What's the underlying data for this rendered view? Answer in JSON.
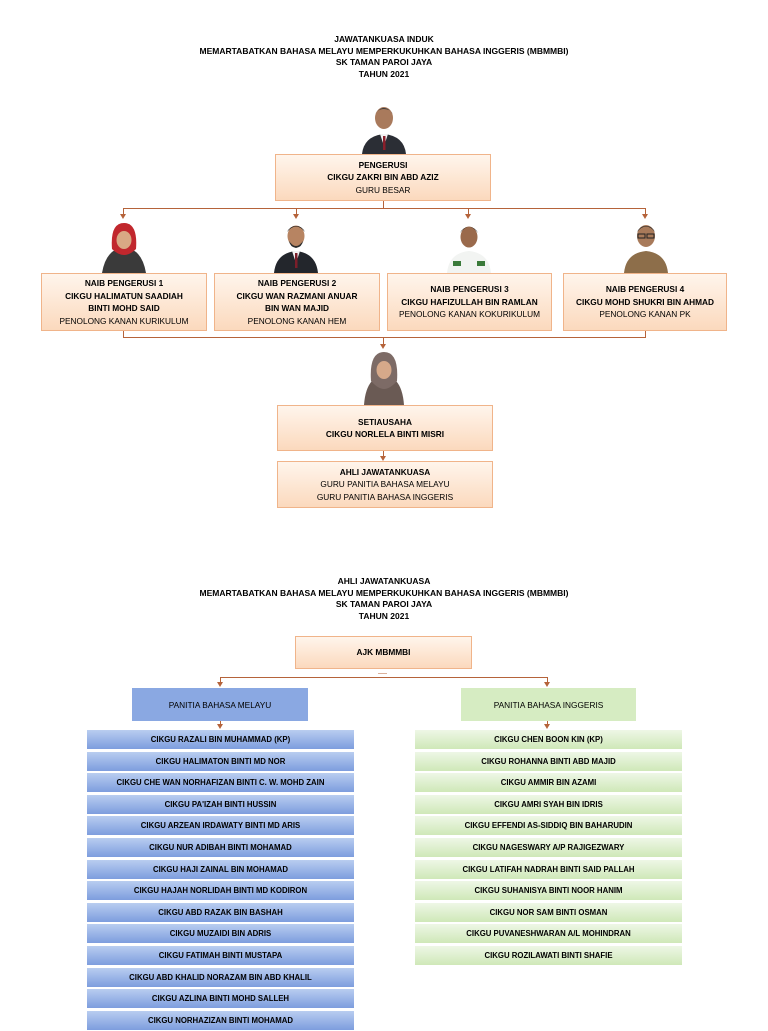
{
  "chart1": {
    "title_lines": [
      "JAWATANKUASA INDUK",
      "MEMARTABATKAN BAHASA MELAYU MEMPERKUKUHKAN BAHASA INGGERIS (MBMMBI)",
      "SK TAMAN PAROI JAYA",
      "TAHUN 2021"
    ],
    "pengerusi": {
      "role": "PENGERUSI",
      "name": "CIKGU ZAKRI BIN ABD AZIZ",
      "post": "GURU BESAR"
    },
    "naib": [
      {
        "role": "NAIB PENGERUSI 1",
        "name1": "CIKGU HALIMATUN SAADIAH",
        "name2": "BINTI MOHD SAID",
        "post": "PENOLONG KANAN KURIKULUM"
      },
      {
        "role": "NAIB PENGERUSI 2",
        "name1": "CIKGU WAN RAZMANI ANUAR",
        "name2": "BIN WAN MAJID",
        "post": "PENOLONG KANAN HEM"
      },
      {
        "role": "NAIB PENGERUSI 3",
        "name1": "CIKGU HAFIZULLAH BIN RAMLAN",
        "name2": "",
        "post": "PENOLONG KANAN KOKURIKULUM"
      },
      {
        "role": "NAIB PENGERUSI 4",
        "name1": "CIKGU MOHD SHUKRI BIN AHMAD",
        "name2": "",
        "post": "PENOLONG KANAN PK"
      }
    ],
    "setiausaha": {
      "role": "SETIAUSAHA",
      "name": "CIKGU NORLELA BINTI MISRI"
    },
    "ahli": {
      "role": "AHLI JAWATANKUASA",
      "line1": "GURU PANITIA BAHASA MELAYU",
      "line2": "GURU PANITIA BAHASA INGGERIS"
    }
  },
  "chart2": {
    "title_lines": [
      "AHLI JAWATANKUASA",
      "MEMARTABATKAN BAHASA MELAYU MEMPERKUKUHKAN BAHASA INGGERIS (MBMMBI)",
      "SK TAMAN PAROI JAYA",
      "TAHUN 2021"
    ],
    "root": "AJK MBMMBI",
    "bm_head": "PANITIA BAHASA MELAYU",
    "bi_head": "PANITIA BAHASA INGGERIS",
    "bm_members": [
      "CIKGU RAZALI BIN MUHAMMAD (KP)",
      "CIKGU HALIMATON BINTI MD NOR",
      "CIKGU CHE WAN NORHAFIZAN BINTI C. W. MOHD ZAIN",
      "CIKGU PA'IZAH BINTI HUSSIN",
      "CIKGU ARZEAN IRDAWATY BINTI MD ARIS",
      "CIKGU NUR ADIBAH BINTI MOHAMAD",
      "CIKGU HAJI ZAINAL BIN MOHAMAD",
      "CIKGU HAJAH NORLIDAH BINTI MD KODIRON",
      "CIKGU ABD RAZAK BIN BASHAH",
      "CIKGU MUZAIDI BIN ADRIS",
      "CIKGU FATIMAH BINTI MUSTAPA",
      "CIKGU ABD KHALID NORAZAM BIN ABD KHALIL",
      "CIKGU AZLINA BINTI MOHD SALLEH",
      "CIKGU NORHAZIZAN BINTI MOHAMAD"
    ],
    "bi_members": [
      "CIKGU CHEN BOON KIN (KP)",
      "CIKGU ROHANNA BINTI ABD MAJID",
      "CIKGU AMMIR BIN AZAMI",
      "CIKGU AMRI SYAH BIN IDRIS",
      "CIKGU EFFENDI AS-SIDDIQ BIN BAHARUDIN",
      "CIKGU NAGESWARY A/P RAJIGEZWARY",
      "CIKGU LATIFAH NADRAH BINTI SAID PALLAH",
      "CIKGU SUHANISYA BINTI NOOR HANIM",
      "CIKGU NOR SAM BINTI OSMAN",
      "CIKGU PUVANESHWARAN A/L MOHINDRAN",
      "CIKGU ROZILAWATI BINTI SHAFIE"
    ]
  },
  "colors": {
    "orange_border": "#f0b48a",
    "connector": "#b5633a",
    "blue": "#8aa8e2",
    "green": "#d6ecc2"
  }
}
